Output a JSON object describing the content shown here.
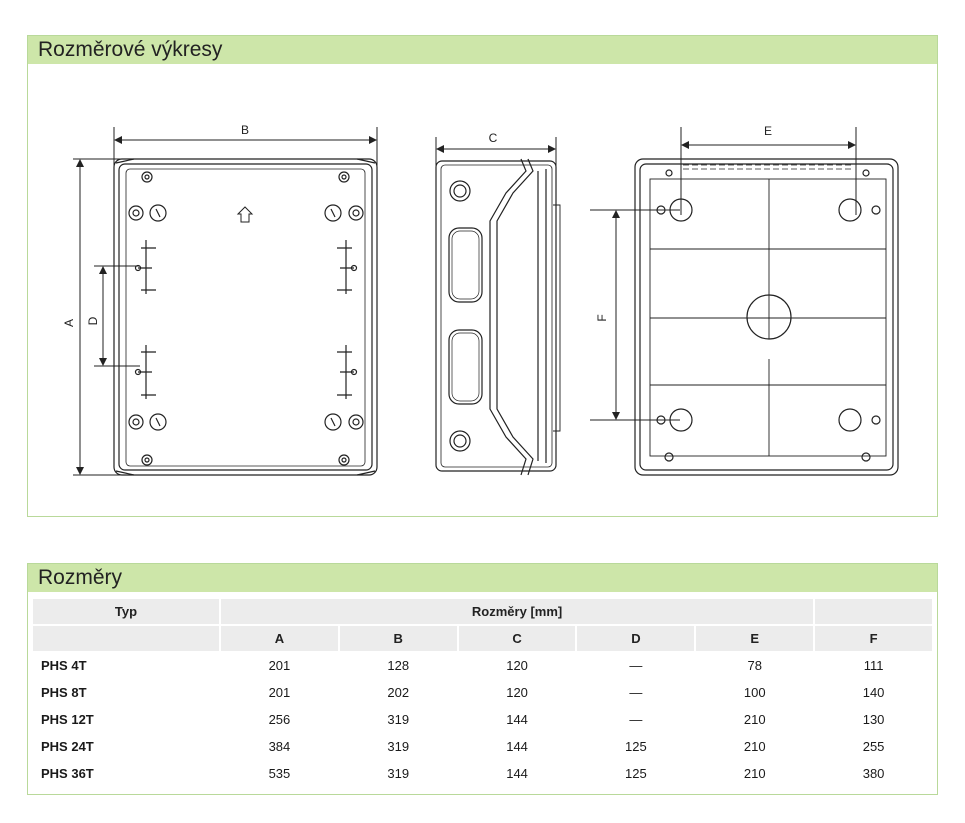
{
  "drawings_section": {
    "title": "Rozměrové výkresy",
    "labels": {
      "a": "A",
      "b": "B",
      "c": "C",
      "d": "D",
      "e": "E",
      "f": "F"
    }
  },
  "dims_section": {
    "title": "Rozměry",
    "header_type": "Typ",
    "header_group": "Rozměry [mm]",
    "columns": [
      "A",
      "B",
      "C",
      "D",
      "E",
      "F"
    ],
    "rows": [
      {
        "type": "PHS 4T",
        "values": [
          "201",
          "128",
          "120",
          "—",
          "78",
          "111"
        ]
      },
      {
        "type": "PHS 8T",
        "values": [
          "201",
          "202",
          "120",
          "—",
          "100",
          "140"
        ]
      },
      {
        "type": "PHS 12T",
        "values": [
          "256",
          "319",
          "144",
          "—",
          "210",
          "130"
        ]
      },
      {
        "type": "PHS 24T",
        "values": [
          "384",
          "319",
          "144",
          "125",
          "210",
          "255"
        ]
      },
      {
        "type": "PHS 36T",
        "values": [
          "535",
          "319",
          "144",
          "125",
          "210",
          "380"
        ]
      }
    ]
  }
}
